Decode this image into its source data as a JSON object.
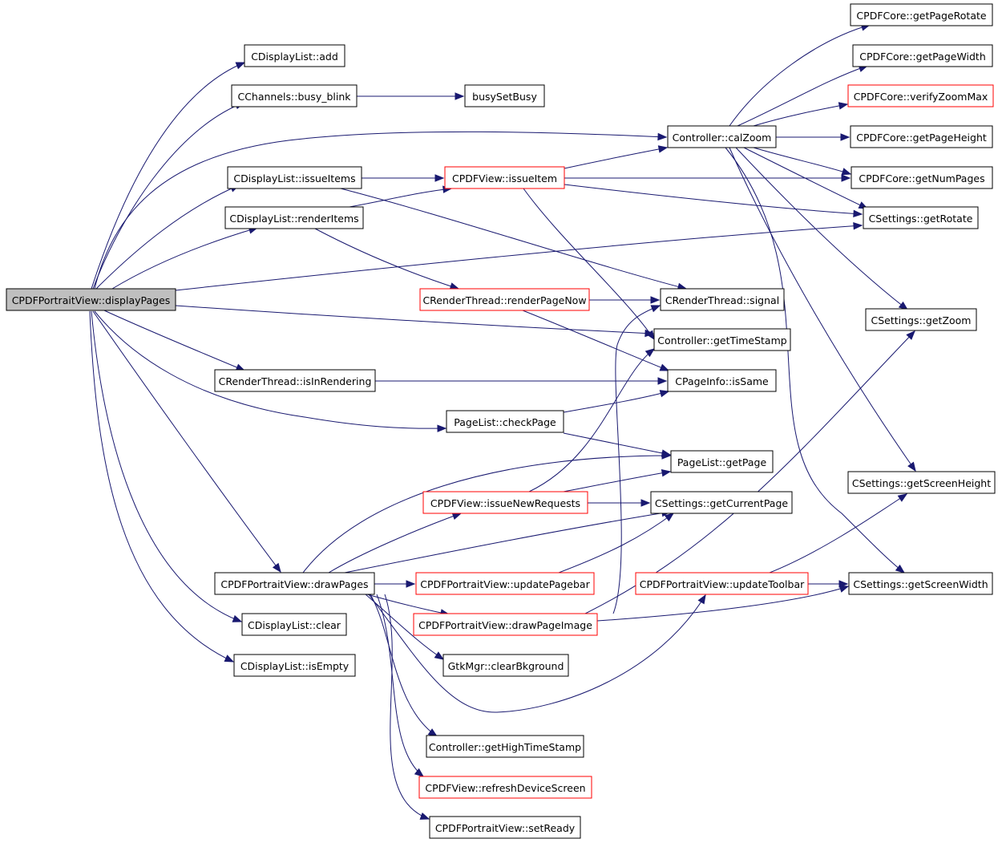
{
  "graph": {
    "nodes": [
      {
        "id": "displayPages",
        "label": "CPDFPortraitView::displayPages",
        "root": true
      },
      {
        "id": "dl_add",
        "label": "CDisplayList::add"
      },
      {
        "id": "busy_blink",
        "label": "CChannels::busy_blink"
      },
      {
        "id": "busySetBusy",
        "label": "busySetBusy"
      },
      {
        "id": "calZoom",
        "label": "Controller::calZoom"
      },
      {
        "id": "issueItems",
        "label": "CDisplayList::issueItems"
      },
      {
        "id": "issueItem",
        "label": "CPDFView::issueItem",
        "truncated": true
      },
      {
        "id": "renderItems",
        "label": "CDisplayList::renderItems"
      },
      {
        "id": "renderPageNow",
        "label": "CRenderThread::renderPageNow",
        "truncated": true
      },
      {
        "id": "signal",
        "label": "CRenderThread::signal"
      },
      {
        "id": "getTimeStamp",
        "label": "Controller::getTimeStamp"
      },
      {
        "id": "isInRendering",
        "label": "CRenderThread::isInRendering"
      },
      {
        "id": "isSame",
        "label": "CPageInfo::isSame"
      },
      {
        "id": "checkPage",
        "label": "PageList::checkPage"
      },
      {
        "id": "getPage",
        "label": "PageList::getPage"
      },
      {
        "id": "issueNewRequests",
        "label": "CPDFView::issueNewRequests",
        "truncated": true
      },
      {
        "id": "getCurrentPage",
        "label": "CSettings::getCurrentPage"
      },
      {
        "id": "drawPages",
        "label": "CPDFPortraitView::drawPages"
      },
      {
        "id": "updatePagebar",
        "label": "CPDFPortraitView::updatePagebar",
        "truncated": true
      },
      {
        "id": "updateToolbar",
        "label": "CPDFPortraitView::updateToolbar",
        "truncated": true
      },
      {
        "id": "getScreenWidth",
        "label": "CSettings::getScreenWidth"
      },
      {
        "id": "drawPageImage",
        "label": "CPDFPortraitView::drawPageImage",
        "truncated": true
      },
      {
        "id": "dl_clear",
        "label": "CDisplayList::clear"
      },
      {
        "id": "clearBkground",
        "label": "GtkMgr::clearBkground"
      },
      {
        "id": "dl_isEmpty",
        "label": "CDisplayList::isEmpty"
      },
      {
        "id": "getHighTimeStamp",
        "label": "Controller::getHighTimeStamp"
      },
      {
        "id": "refreshDeviceScreen",
        "label": "CPDFView::refreshDeviceScreen",
        "truncated": true
      },
      {
        "id": "setReady",
        "label": "CPDFPortraitView::setReady"
      },
      {
        "id": "getPageRotate",
        "label": "CPDFCore::getPageRotate"
      },
      {
        "id": "getPageWidth",
        "label": "CPDFCore::getPageWidth"
      },
      {
        "id": "verifyZoomMax",
        "label": "CPDFCore::verifyZoomMax",
        "truncated": true
      },
      {
        "id": "getPageHeight",
        "label": "CPDFCore::getPageHeight"
      },
      {
        "id": "getNumPages",
        "label": "CPDFCore::getNumPages"
      },
      {
        "id": "getRotate",
        "label": "CSettings::getRotate"
      },
      {
        "id": "getZoom",
        "label": "CSettings::getZoom"
      },
      {
        "id": "getScreenHeight",
        "label": "CSettings::getScreenHeight"
      }
    ],
    "edges": [
      {
        "from": "displayPages",
        "to": "dl_add"
      },
      {
        "from": "displayPages",
        "to": "busy_blink"
      },
      {
        "from": "displayPages",
        "to": "calZoom"
      },
      {
        "from": "displayPages",
        "to": "issueItems"
      },
      {
        "from": "displayPages",
        "to": "renderItems"
      },
      {
        "from": "displayPages",
        "to": "getRotate"
      },
      {
        "from": "displayPages",
        "to": "getTimeStamp"
      },
      {
        "from": "displayPages",
        "to": "isInRendering"
      },
      {
        "from": "displayPages",
        "to": "checkPage"
      },
      {
        "from": "displayPages",
        "to": "drawPages"
      },
      {
        "from": "displayPages",
        "to": "dl_clear"
      },
      {
        "from": "displayPages",
        "to": "dl_isEmpty"
      },
      {
        "from": "busy_blink",
        "to": "busySetBusy"
      },
      {
        "from": "issueItems",
        "to": "issueItem"
      },
      {
        "from": "issueItems",
        "to": "signal"
      },
      {
        "from": "renderItems",
        "to": "issueItem"
      },
      {
        "from": "renderItems",
        "to": "renderPageNow"
      },
      {
        "from": "issueItem",
        "to": "calZoom"
      },
      {
        "from": "issueItem",
        "to": "getNumPages"
      },
      {
        "from": "issueItem",
        "to": "getRotate"
      },
      {
        "from": "issueItem",
        "to": "getTimeStamp"
      },
      {
        "from": "renderPageNow",
        "to": "signal"
      },
      {
        "from": "renderPageNow",
        "to": "isSame"
      },
      {
        "from": "isInRendering",
        "to": "isSame"
      },
      {
        "from": "checkPage",
        "to": "isSame"
      },
      {
        "from": "checkPage",
        "to": "getPage"
      },
      {
        "from": "issueNewRequests",
        "to": "getPage"
      },
      {
        "from": "issueNewRequests",
        "to": "getCurrentPage"
      },
      {
        "from": "issueNewRequests",
        "to": "getTimeStamp"
      },
      {
        "from": "drawPages",
        "to": "getPage"
      },
      {
        "from": "drawPages",
        "to": "issueNewRequests"
      },
      {
        "from": "drawPages",
        "to": "getCurrentPage"
      },
      {
        "from": "drawPages",
        "to": "updatePagebar"
      },
      {
        "from": "drawPages",
        "to": "drawPageImage"
      },
      {
        "from": "drawPages",
        "to": "clearBkground"
      },
      {
        "from": "drawPages",
        "to": "updateToolbar"
      },
      {
        "from": "drawPages",
        "to": "getHighTimeStamp"
      },
      {
        "from": "drawPages",
        "to": "refreshDeviceScreen"
      },
      {
        "from": "drawPages",
        "to": "setReady"
      },
      {
        "from": "updatePagebar",
        "to": "getCurrentPage"
      },
      {
        "from": "drawPageImage",
        "to": "getScreenWidth"
      },
      {
        "from": "drawPageImage",
        "to": "getZoom"
      },
      {
        "from": "drawPageImage",
        "to": "signal"
      },
      {
        "from": "updateToolbar",
        "to": "getScreenWidth"
      },
      {
        "from": "updateToolbar",
        "to": "getScreenHeight"
      },
      {
        "from": "calZoom",
        "to": "getPageRotate"
      },
      {
        "from": "calZoom",
        "to": "getPageWidth"
      },
      {
        "from": "calZoom",
        "to": "verifyZoomMax"
      },
      {
        "from": "calZoom",
        "to": "getPageHeight"
      },
      {
        "from": "calZoom",
        "to": "getNumPages"
      },
      {
        "from": "calZoom",
        "to": "getRotate"
      },
      {
        "from": "calZoom",
        "to": "getZoom"
      },
      {
        "from": "calZoom",
        "to": "getScreenHeight"
      },
      {
        "from": "calZoom",
        "to": "getScreenWidth"
      }
    ]
  },
  "colors": {
    "edge": "#191970",
    "node_border": "#000000",
    "truncated_border": "#ff0000",
    "root_fill": "#bfbfbf",
    "node_fill": "#ffffff"
  }
}
